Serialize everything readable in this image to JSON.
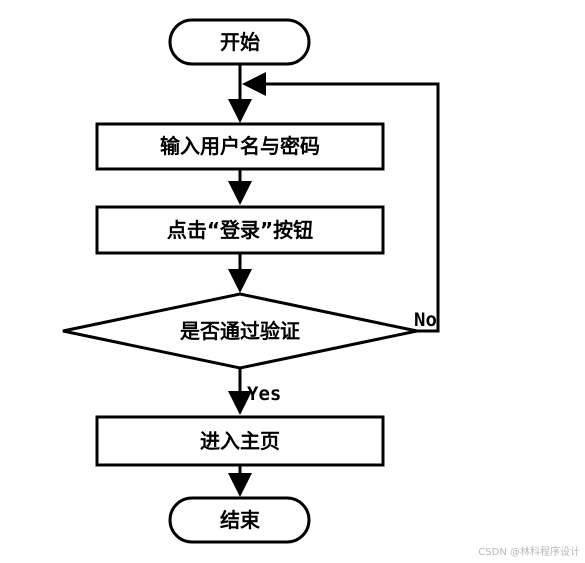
{
  "flowchart": {
    "start": "开始",
    "step_input": "输入用户名与密码",
    "step_click": "点击“登录”按钮",
    "decision": "是否通过验证",
    "label_yes": "Yes",
    "label_no": "No",
    "step_enter": "进入主页",
    "end": "结束"
  },
  "watermark": "CSDN @林科程序设计",
  "colors": {
    "line": "#000000",
    "background": "#ffffff",
    "watermark": "#b8b8b8"
  }
}
